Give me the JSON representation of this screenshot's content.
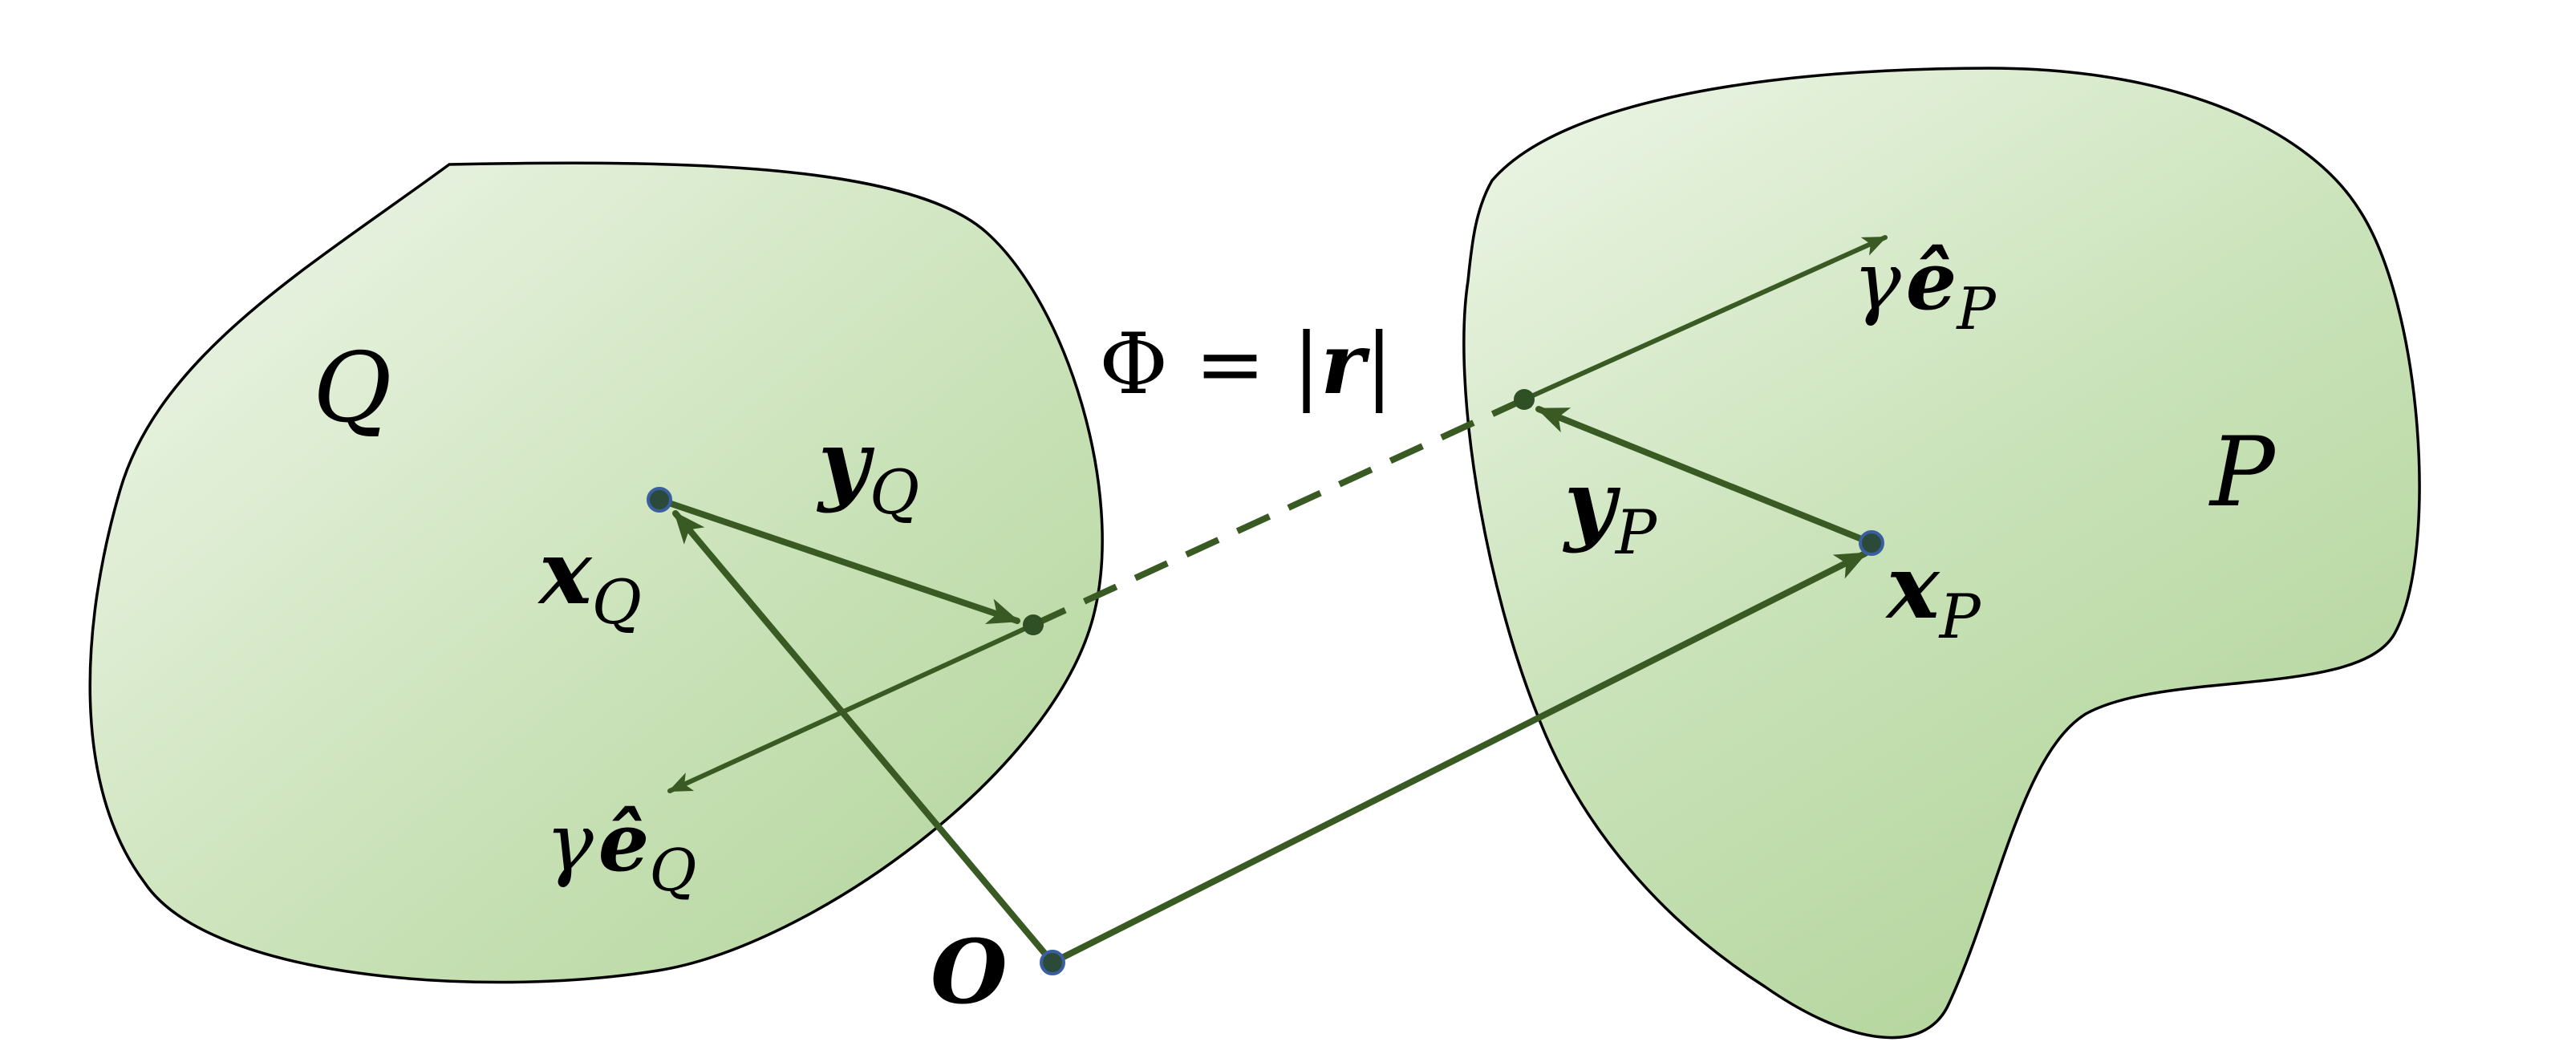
{
  "labels": {
    "Q": "Q",
    "P": "P",
    "O": "O",
    "xQ_base": "x",
    "xQ_sub": "Q",
    "yQ_base": "y",
    "yQ_sub": "Q",
    "xP_base": "x",
    "xP_sub": "P",
    "yP_base": "y",
    "yP_sub": "P",
    "eQ_gamma": "γ",
    "eQ_base": "ê",
    "eQ_sub": "Q",
    "eP_gamma": "γ",
    "eP_base": "ê",
    "eP_sub": "P",
    "phi": "Φ = |",
    "phi_r": "r",
    "phi_close": "|"
  },
  "colors": {
    "vector": "#3a5a24",
    "region_light": "#eef5e8",
    "region_dark": "#b6d7a0"
  }
}
